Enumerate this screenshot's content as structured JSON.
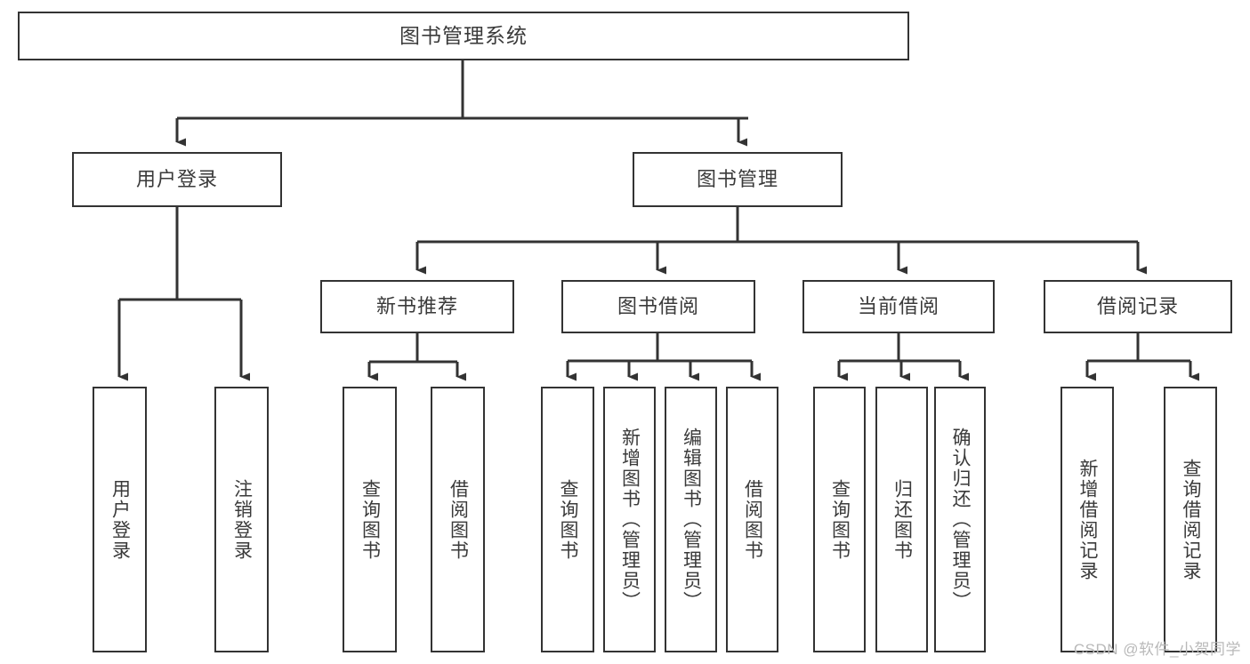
{
  "diagram": {
    "title": "图书管理系统",
    "type": "tree",
    "background": "#ffffff",
    "border_color": "#333333",
    "text_color": "#3a3a3a",
    "root": {
      "id": "root",
      "label": "图书管理系统"
    },
    "level2": [
      {
        "id": "user-login",
        "label": "用户登录"
      },
      {
        "id": "book-manage",
        "label": "图书管理"
      }
    ],
    "level3": [
      {
        "id": "new-book-rec",
        "label": "新书推荐",
        "parent": "book-manage"
      },
      {
        "id": "book-borrow",
        "label": "图书借阅",
        "parent": "book-manage"
      },
      {
        "id": "current-borrow",
        "label": "当前借阅",
        "parent": "book-manage"
      },
      {
        "id": "borrow-record",
        "label": "借阅记录",
        "parent": "book-manage"
      }
    ],
    "leaves": [
      {
        "id": "leaf-user-login",
        "label": "用户登录",
        "parent": "user-login"
      },
      {
        "id": "leaf-logout-login",
        "label": "注销登录",
        "parent": "user-login"
      },
      {
        "id": "leaf-query-book-1",
        "label": "查询图书",
        "parent": "new-book-rec"
      },
      {
        "id": "leaf-borrow-book-1",
        "label": "借阅图书",
        "parent": "new-book-rec"
      },
      {
        "id": "leaf-query-book-2",
        "label": "查询图书",
        "parent": "book-borrow"
      },
      {
        "id": "leaf-add-book",
        "label": "新增图书（管理员）",
        "parent": "book-borrow"
      },
      {
        "id": "leaf-edit-book",
        "label": "编辑图书（管理员）",
        "parent": "book-borrow"
      },
      {
        "id": "leaf-borrow-book-2",
        "label": "借阅图书",
        "parent": "book-borrow"
      },
      {
        "id": "leaf-query-book-3",
        "label": "查询图书",
        "parent": "current-borrow"
      },
      {
        "id": "leaf-return-book",
        "label": "归还图书",
        "parent": "current-borrow"
      },
      {
        "id": "leaf-confirm-return",
        "label": "确认归还（管理员）",
        "parent": "current-borrow"
      },
      {
        "id": "leaf-add-record",
        "label": "新增借阅记录",
        "parent": "borrow-record"
      },
      {
        "id": "leaf-query-record",
        "label": "查询借阅记录",
        "parent": "borrow-record"
      }
    ]
  },
  "watermark": {
    "text": "CSDN @软件_小贺同学"
  }
}
